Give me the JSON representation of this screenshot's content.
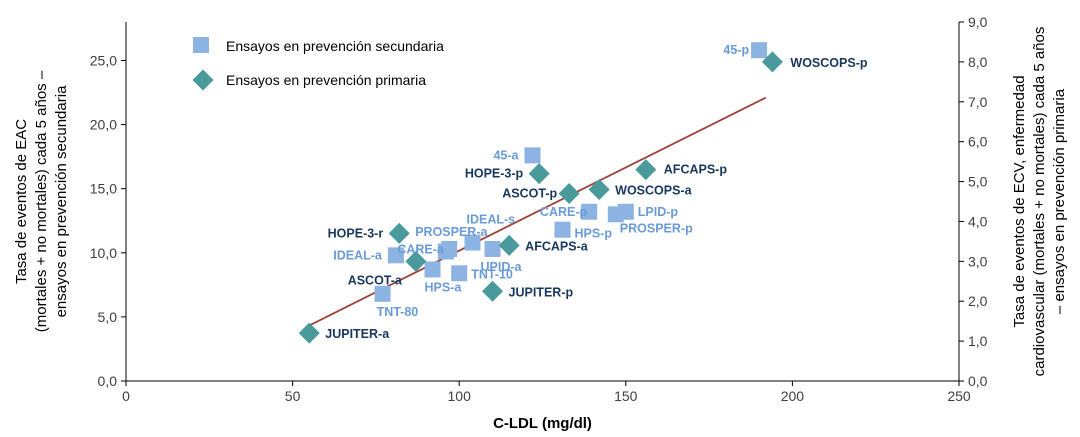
{
  "chart_data": {
    "type": "scatter",
    "xlabel": "C-LDL (mg/dl)",
    "ylabel_left": [
      "Tasa de eventos de EAC",
      "(mortales + no mortales) cada 5 años –",
      "ensayos en prevención secundaria"
    ],
    "ylabel_right": [
      "Tasa de eventos de ECV, enfermedad",
      "cardiovascular (mortales + no mortales) cada 5 años",
      "– ensayos en prevención primaria"
    ],
    "xlim": [
      0,
      250
    ],
    "ylim_left": [
      0,
      28
    ],
    "ylim_right": [
      0,
      9
    ],
    "x_ticks": [
      "0",
      "50",
      "100",
      "150",
      "200",
      "250"
    ],
    "y_ticks_left": [
      "0,0",
      "5,0",
      "10,0",
      "15,0",
      "20,0",
      "25,0"
    ],
    "y_ticks_right": [
      "0,0",
      "1,0",
      "2,0",
      "3,0",
      "4,0",
      "5,0",
      "6,0",
      "7,0",
      "8,0",
      "9,0"
    ],
    "grid": false,
    "legend_position": "top-left",
    "colors": {
      "secondary": "#8DB3E2",
      "primary": "#4A9A9B",
      "secondary_label": "#6A9BD8",
      "primary_label": "#17375E",
      "trendline": "#A0403A"
    },
    "trendline": {
      "x": [
        54,
        192
      ],
      "y": [
        4.2,
        22.1
      ]
    },
    "series": [
      {
        "name": "Ensayos en prevención secundaria",
        "marker": "square",
        "points": [
          {
            "label": "45-p",
            "x": 190,
            "y": 25.8
          },
          {
            "label": "45-a",
            "x": 122,
            "y": 17.6
          },
          {
            "label": "CARE-p",
            "x": 139,
            "y": 13.2
          },
          {
            "label": "LPID-p",
            "x": 150,
            "y": 13.2
          },
          {
            "label": "PROSPER-p",
            "x": 147,
            "y": 13.0
          },
          {
            "label": "HPS-p",
            "x": 131,
            "y": 11.8
          },
          {
            "label": "IDEAL-s",
            "x": 104,
            "y": 10.8
          },
          {
            "label": "UPID-a",
            "x": 110,
            "y": 10.3
          },
          {
            "label": "PROSPER-a",
            "x": 97,
            "y": 10.3
          },
          {
            "label": "CARE-a",
            "x": 96,
            "y": 10.1
          },
          {
            "label": "IDEAL-a",
            "x": 81,
            "y": 9.8
          },
          {
            "label": "HPS-a",
            "x": 92,
            "y": 8.7
          },
          {
            "label": "TNT-10",
            "x": 100,
            "y": 8.4
          },
          {
            "label": "TNT-80",
            "x": 77,
            "y": 6.8
          }
        ]
      },
      {
        "name": "Ensayos en prevención primaria",
        "marker": "diamond",
        "points": [
          {
            "label": "WOSCOPS-p",
            "x": 194,
            "y": 8.0
          },
          {
            "label": "AFCAPS-p",
            "x": 156,
            "y": 5.3
          },
          {
            "label": "HOPE-3-p",
            "x": 124,
            "y": 5.2
          },
          {
            "label": "WOSCOPS-a",
            "x": 142,
            "y": 4.8
          },
          {
            "label": "ASCOT-p",
            "x": 133,
            "y": 4.7
          },
          {
            "label": "HOPE-3-r",
            "x": 82,
            "y": 3.7
          },
          {
            "label": "AFCAPS-a",
            "x": 115,
            "y": 3.4
          },
          {
            "label": "ASCOT-a",
            "x": 87,
            "y": 3.0
          },
          {
            "label": "JUPITER-p",
            "x": 110,
            "y": 2.25
          },
          {
            "label": "JUPITER-a",
            "x": 55,
            "y": 1.2
          }
        ]
      }
    ]
  }
}
